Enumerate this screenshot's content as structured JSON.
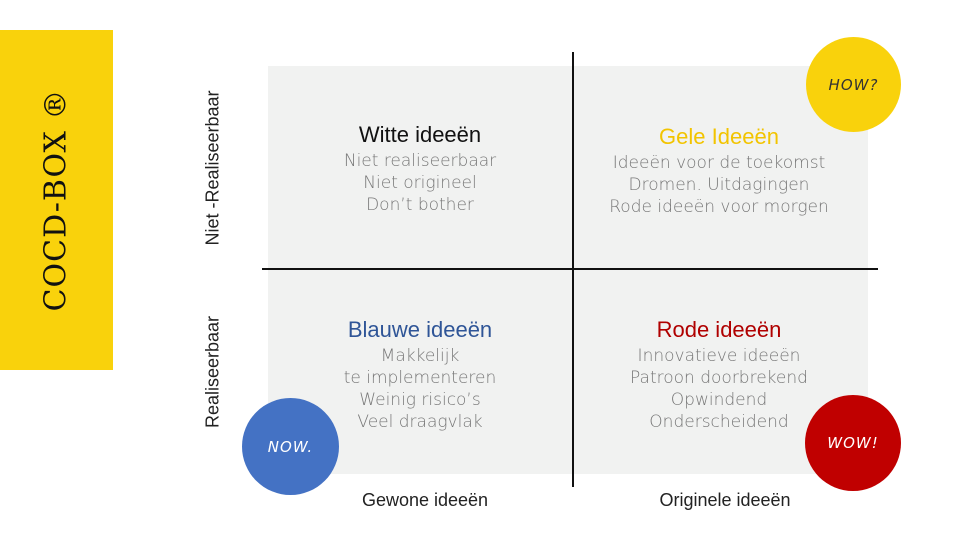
{
  "banner": {
    "title": "COCD-BOX ®",
    "color": "#f9d20c"
  },
  "axes": {
    "y_top": "Niet -Realiseerbaar",
    "y_bottom": "Realiseerbaar",
    "x_left": "Gewone ideeën",
    "x_right": "Originele ideeën"
  },
  "quadrants": {
    "top_left": {
      "title": "Witte ideeën",
      "title_color": "#111111",
      "lines": [
        "Niet realiseerbaar",
        "Niet origineel",
        "Don’t bother"
      ]
    },
    "top_right": {
      "title": "Gele Ideeën",
      "title_color": "#f2c400",
      "lines": [
        "Ideeën voor de toekomst",
        "Dromen. Uitdagingen",
        "Rode ideeën voor morgen"
      ]
    },
    "bottom_left": {
      "title": "Blauwe ideeën",
      "title_color": "#2f5597",
      "lines": [
        "Makkelijk",
        "te implementeren",
        "Weinig risico’s",
        "Veel draagvlak"
      ]
    },
    "bottom_right": {
      "title": "Rode ideeën",
      "title_color": "#b00000",
      "lines": [
        "Innovatieve ideeën",
        "Patroon doorbrekend",
        "Opwindend",
        "Onderscheidend"
      ]
    }
  },
  "badges": {
    "how": {
      "label": "HOW?",
      "color": "#f9d20c"
    },
    "now": {
      "label": "NOW.",
      "color": "#4472c4"
    },
    "wow": {
      "label": "WOW!",
      "color": "#c00000"
    }
  }
}
